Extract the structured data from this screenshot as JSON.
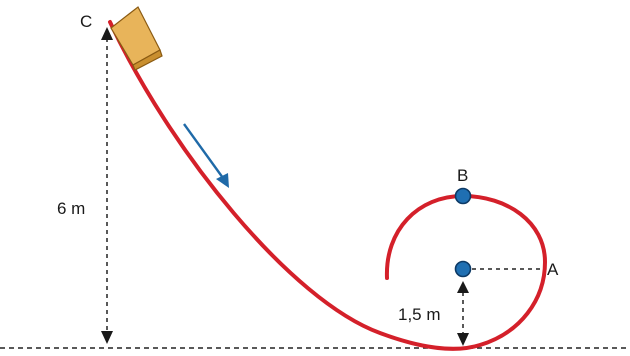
{
  "labels": {
    "point_c": "C",
    "point_b": "B",
    "point_a": "A",
    "height_total": "6 m",
    "height_radius": "1,5 m"
  },
  "colors": {
    "track": "#d4202a",
    "block_top": "#e8b45a",
    "block_side": "#c98f2f",
    "marker_fill": "#1f6fb2",
    "marker_stroke": "#0d3a66",
    "motion_arrow": "#1f6aa8",
    "dimension_line": "#222222",
    "ground_line": "#222222"
  },
  "icons": {
    "block": "wooden-block",
    "motion": "down-right-arrow"
  }
}
